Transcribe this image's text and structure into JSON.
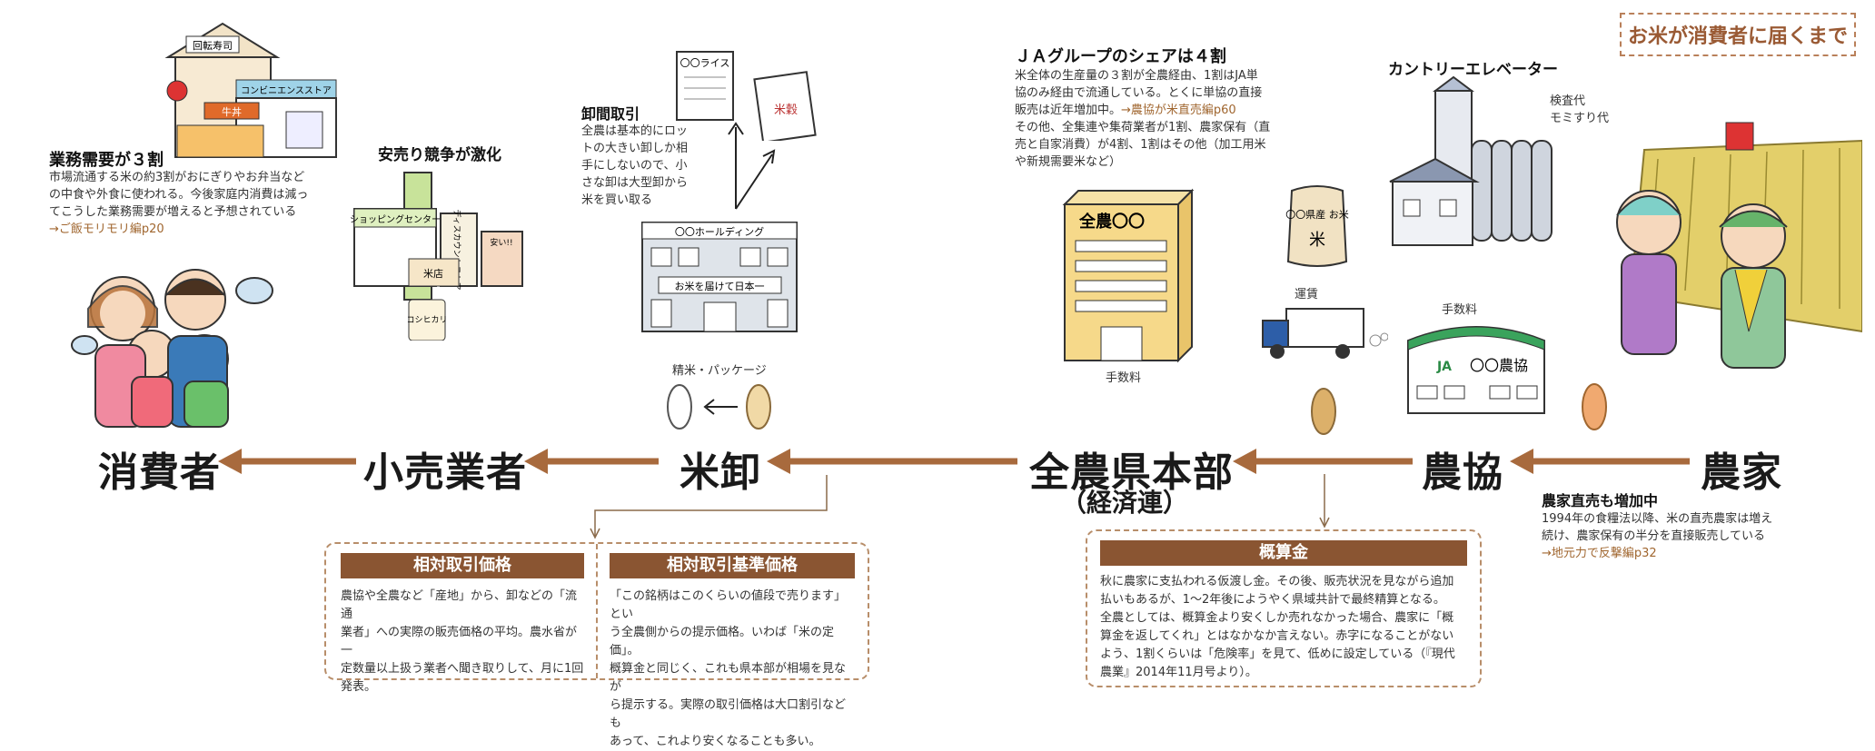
{
  "title": "お米が消費者に届くまで",
  "colors": {
    "arrow": "#a86a3d",
    "panel_header": "#8a5532",
    "link": "#a0662f"
  },
  "flow": {
    "consumer": "消費者",
    "retailer": "小売業者",
    "wholesaler": "米卸",
    "zennoh": "全農県本部",
    "zennoh_sub": "（経済連）",
    "ja": "農協",
    "farmer": "農家"
  },
  "notes": {
    "gyomu": {
      "heading": "業務需要が３割",
      "lines": [
        "市場流通する米の約3割がおにぎりやお弁当など",
        "の中食や外食に使われる。今後家庭内消費は減っ",
        "てこうした業務需要が増えると予想されている"
      ],
      "link": "→ご飯モリモリ編p20"
    },
    "yasuuri": {
      "heading": "安売り競争が激化"
    },
    "oroshi": {
      "heading": "卸間取引",
      "lines": [
        "全農は基本的にロッ",
        "トの大きい卸しか相",
        "手にしないので、小",
        "さな卸は大型卸から",
        "米を買い取る"
      ]
    },
    "ja_share": {
      "heading": "ＪＡグループのシェアは４割",
      "lines": [
        "米全体の生産量の３割が全農経由、1割はJA単",
        "協のみ経由で流通している。とくに単協の直接",
        "販売は近年増加中。",
        "その他、全集連や集荷業者が1割、農家保有（直",
        "売と自家消費）が4割、1割はその他（加工用米",
        "や新規需要米など）"
      ],
      "link": "→農協が米直売編p60"
    },
    "country_elevator": {
      "heading": "カントリーエレベーター",
      "sub1": "検査代",
      "sub2": "モミすり代"
    },
    "chokubai": {
      "heading": "農家直売も増加中",
      "lines": [
        "1994年の食糧法以降、米の直売農家は増え",
        "続け、農家保有の半分を直接販売している"
      ],
      "link": "→地元力で反撃編p32"
    }
  },
  "labels": {
    "seimai": "精米・パッケージ",
    "tesuryo_zennoh": "手数料",
    "unchin": "運賃",
    "tesuryo_ja": "手数料"
  },
  "illust": {
    "kaiten_sushi": "回転寿司",
    "konbini": "コンビニエンスストア",
    "gyudon": "牛丼",
    "shopping": "ショッピングセンター",
    "discount": "ディスカウントストア",
    "kome_ten": "米店",
    "yasui": "安い!!",
    "koshihikari": "コシヒカリ",
    "rice_doc": "〇〇ライス",
    "holding": "〇〇ホールディング",
    "holding_slogan": "お米を届けて日本一",
    "zennoh_bldg": "全農〇〇",
    "kome_bag": "〇〇県産 お米",
    "noukyo_sign": "〇〇農協",
    "ja_mark": "JA"
  },
  "panels": {
    "sotai": {
      "title": "相対取引価格",
      "lines": [
        "農協や全農など「産地」から、卸などの「流通",
        "業者」への実際の販売価格の平均。農水省が一",
        "定数量以上扱う業者へ聞き取りして、月に1回",
        "発表。"
      ]
    },
    "sotai_kijun": {
      "title": "相対取引基準価格",
      "lines": [
        "「この銘柄はこのくらいの値段で売ります」とい",
        "う全農側からの提示価格。いわば「米の定価」。",
        "概算金と同じく、これも県本部が相場を見なが",
        "ら提示する。実際の取引価格は大口割引なども",
        "あって、これより安くなることも多い。"
      ]
    },
    "gaisan": {
      "title": "概算金",
      "lines": [
        "秋に農家に支払われる仮渡し金。その後、販売状況を見ながら追加",
        "払いもあるが、1～2年後にようやく県域共計で最終精算となる。",
        "全農としては、概算金より安くしか売れなかった場合、農家に「概",
        "算金を返してくれ」とはなかなか言えない。赤字になることがない",
        "よう、1割くらいは「危険率」を見て、低めに設定している（『現代",
        "農業』2014年11月号より）。"
      ]
    }
  }
}
